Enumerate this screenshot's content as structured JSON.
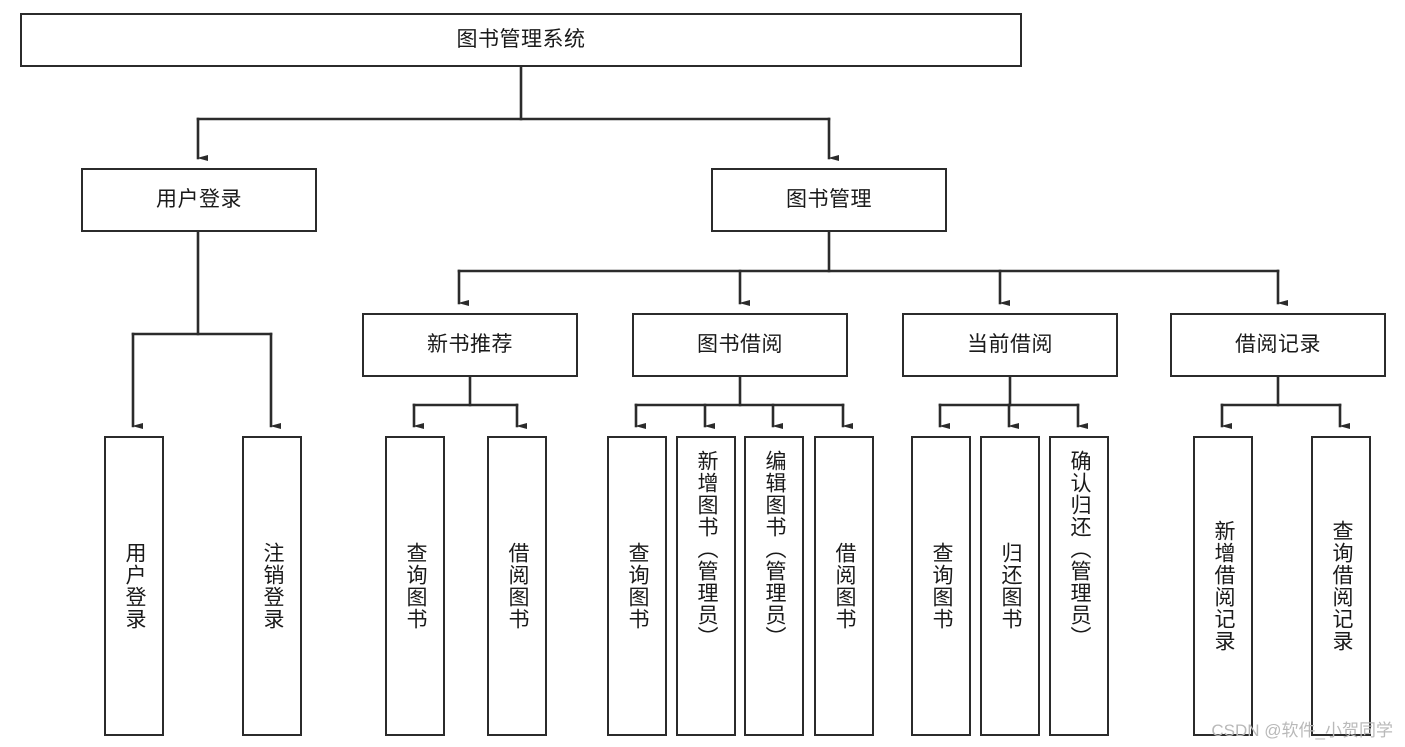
{
  "diagram": {
    "type": "tree",
    "title": "图书管理系统",
    "orientation": "top-down",
    "colors": {
      "background": "#ffffff",
      "box_border": "#2b2b2b",
      "box_fill": "#ffffff",
      "connector": "#2b2b2b",
      "text": "#1a1a1a",
      "watermark": "#b9b9b9"
    },
    "root": {
      "label": "图书管理系统"
    },
    "level2": [
      {
        "label": "用户登录"
      },
      {
        "label": "图书管理"
      }
    ],
    "level3": [
      {
        "label": "新书推荐"
      },
      {
        "label": "图书借阅"
      },
      {
        "label": "当前借阅"
      },
      {
        "label": "借阅记录"
      }
    ],
    "leaves": {
      "user_login": [
        {
          "label": "用户登录"
        },
        {
          "label": "注销登录"
        }
      ],
      "new_book_recommend": [
        {
          "label": "查询图书"
        },
        {
          "label": "借阅图书"
        }
      ],
      "book_borrow": [
        {
          "label": "查询图书"
        },
        {
          "label": "新增图书（管理员）"
        },
        {
          "label": "编辑图书（管理员）"
        },
        {
          "label": "借阅图书"
        }
      ],
      "current_borrow": [
        {
          "label": "查询图书"
        },
        {
          "label": "归还图书"
        },
        {
          "label": "确认归还（管理员）"
        }
      ],
      "borrow_record": [
        {
          "label": "新增借阅记录"
        },
        {
          "label": "查询借阅记录"
        }
      ]
    }
  },
  "watermark": {
    "text": "CSDN @软件_小贺同学"
  }
}
